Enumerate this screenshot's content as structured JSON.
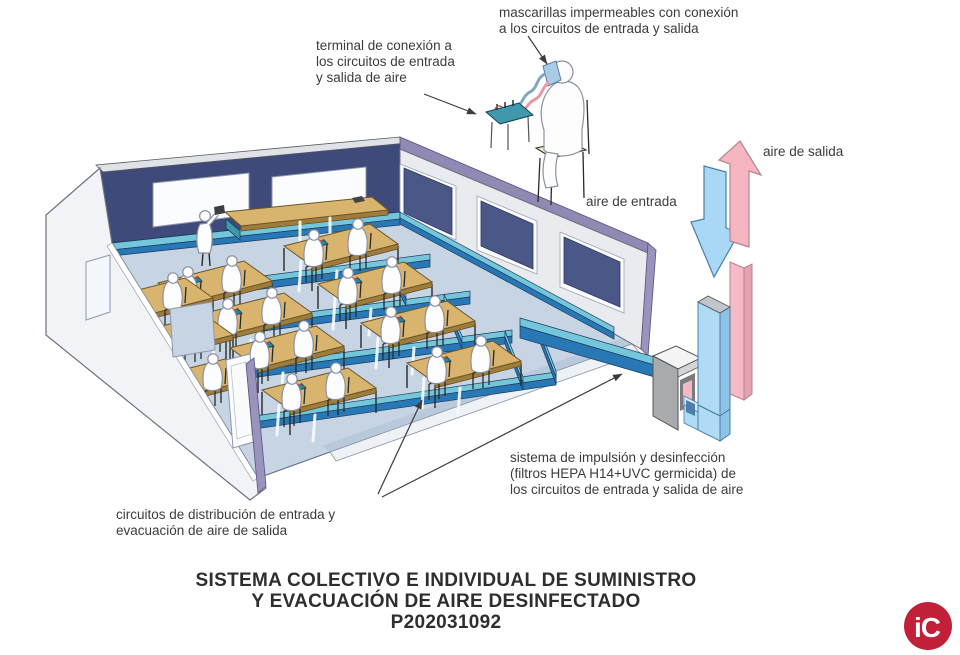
{
  "labels": {
    "masks": {
      "line1": "mascarillas impermeables con conexión",
      "line2": "a los circuitos de entrada y salida"
    },
    "terminal": {
      "line1": "terminal de conexión a",
      "line2": "los circuitos de entrada",
      "line3": "y salida de aire"
    },
    "air_out": "aire de salida",
    "air_in": "aire de entrada",
    "system": {
      "line1": "sistema de impulsión y desinfección",
      "line2": "(filtros HEPA H14+UVC germicida) de",
      "line3": "los circuitos de entrada y salida de aire"
    },
    "circuits": {
      "line1": "circuitos de distribución de entrada y",
      "line2": "evacuación de aire de salida"
    }
  },
  "title": {
    "line1": "SISTEMA COLECTIVO E INDIVIDUAL DE SUMINISTRO",
    "line2": "Y EVACUACIÓN DE AIRE DESINFECTADO",
    "line3": "P202031092"
  },
  "logo": {
    "text": "iC",
    "color": "#c21f38"
  },
  "colors": {
    "air_in_blue": "#a9d8f6",
    "air_out_pink": "#f5b6c1",
    "duct_blue": "#2878b5",
    "duct_teal": "#74c6da",
    "wall_navy": "#3e4a7a",
    "floor": "#c6d4e3",
    "desk_tan": "#d9b46e"
  }
}
